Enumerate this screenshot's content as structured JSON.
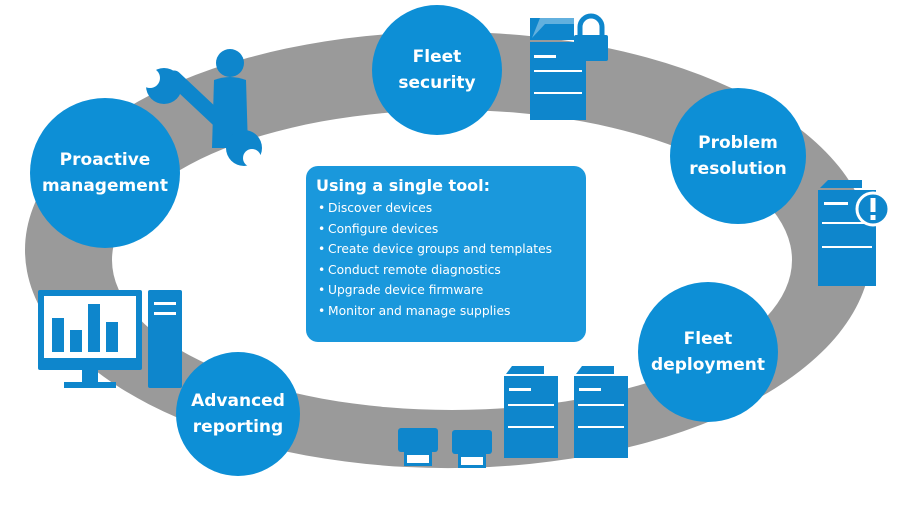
{
  "colors": {
    "ring": "#9a9a9a",
    "primary": "#0d8fd6",
    "box": "#1a98dc",
    "icon": "#0e86cc",
    "background": "#ffffff"
  },
  "nodes": {
    "fleet_security": "Fleet\nsecurity",
    "problem_resolution": "Problem\nresolution",
    "proactive_management": "Proactive\nmanagement",
    "fleet_deployment": "Fleet\ndeployment",
    "advanced_reporting": "Advanced\nreporting"
  },
  "center": {
    "title": "Using a single tool:",
    "items": [
      "Discover devices",
      "Configure devices",
      "Create device groups and templates",
      "Conduct remote diagnostics",
      "Upgrade device firmware",
      "Monitor and manage supplies"
    ]
  },
  "icons": [
    "printer-lock-icon",
    "printer-alert-icon",
    "wrench-person-icon",
    "monitor-chart-icon",
    "printers-icon"
  ]
}
